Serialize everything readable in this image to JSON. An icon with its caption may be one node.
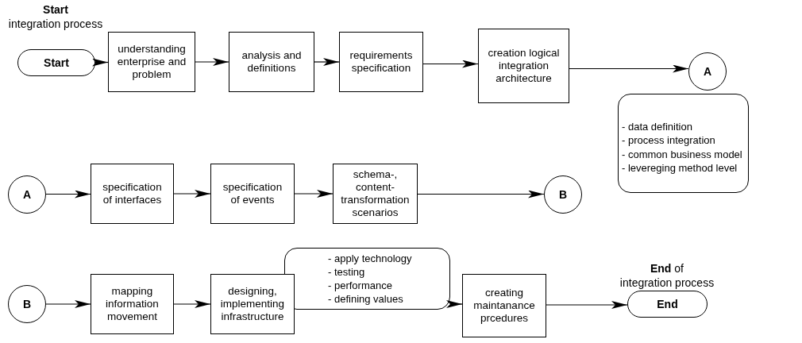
{
  "diagram": {
    "nodes": [
      {
        "text": [
          "Start"
        ],
        "beside": [
          "**Start**",
          "integration process"
        ]
      },
      {
        "text": [
          "understanding enterprise and problem"
        ]
      },
      {
        "text": [
          "analysis and definitions"
        ]
      },
      {
        "text": [
          "requirements specification"
        ]
      },
      {
        "text": [
          "creation logical integration architecture"
        ]
      },
      {
        "text": [
          "- data definition",
          "- process integration",
          "- common business model",
          "- levereging method level"
        ]
      },
      {
        "text": [
          "A"
        ]
      },
      {
        "text": [
          "A"
        ]
      },
      {
        "text": [
          "specification of interfaces"
        ]
      },
      {
        "text": [
          "specification of events"
        ]
      },
      {
        "text": [
          "schema-, content-transformation scenarios"
        ]
      },
      {
        "text": [
          "B"
        ]
      },
      {
        "text": [
          "B"
        ]
      },
      {
        "text": [
          "mapping information movement"
        ]
      },
      {
        "text": [
          "designing, implementing infrastructure"
        ]
      },
      {
        "text": [
          "- apply technology",
          "- testing",
          "- performance",
          "- defining values"
        ]
      },
      {
        "text": [
          "creating maintanance prcedures"
        ]
      },
      {
        "text": [
          "End"
        ],
        "beside": [
          "**End** of",
          "integration process"
        ]
      }
    ],
    "edges": [
      {
        "from": 0,
        "to": 1,
        "arrow": "to"
      },
      {
        "from": 1,
        "to": 2,
        "arrow": "to"
      },
      {
        "from": 2,
        "to": 3,
        "arrow": "to"
      },
      {
        "from": 3,
        "to": 4,
        "arrow": "to"
      },
      {
        "from": 4,
        "to": 6,
        "arrow": "to"
      },
      {
        "from": 7,
        "to": 8,
        "arrow": "to"
      },
      {
        "from": 8,
        "to": 9,
        "arrow": "to"
      },
      {
        "from": 9,
        "to": 10,
        "arrow": "to"
      },
      {
        "from": 10,
        "to": 11,
        "arrow": "to"
      },
      {
        "from": 12,
        "to": 13,
        "arrow": "to"
      },
      {
        "from": 13,
        "to": 14,
        "arrow": "to"
      },
      {
        "from": 15,
        "to": 16,
        "arrow": "to"
      },
      {
        "from": 16,
        "to": 17,
        "arrow": "to"
      }
    ]
  }
}
